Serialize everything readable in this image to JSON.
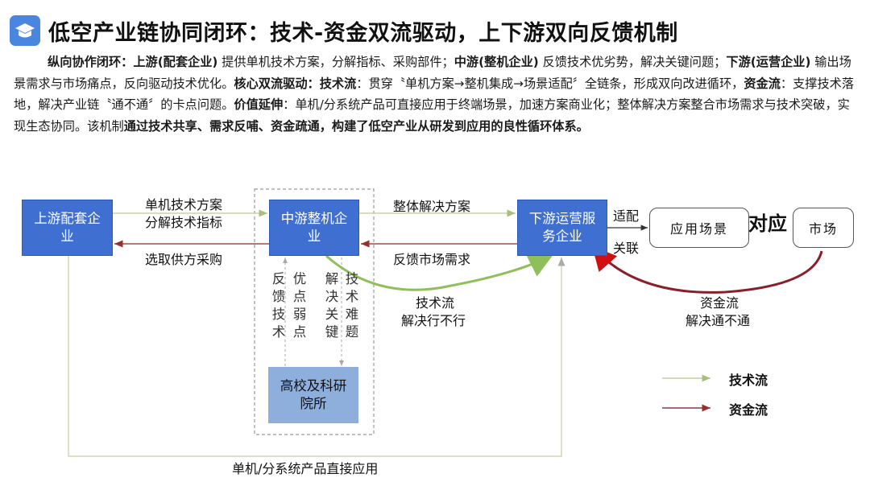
{
  "header": {
    "icon": "graduation-cap-icon",
    "icon_color": "#4a86e0",
    "title": "低空产业链协同闭环：技术-资金双流驱动，上下游双向反馈机制"
  },
  "description": {
    "segments": [
      {
        "text": "纵向协作闭环：",
        "bold": true
      },
      {
        "text": "上游(配套企业)",
        "bold": true
      },
      {
        "text": " 提供单机技术方案，分解指标、采购部件；",
        "bold": false
      },
      {
        "text": "中游(整机企业)",
        "bold": true
      },
      {
        "text": " 反馈技术优劣势，解决关键问题；",
        "bold": false
      },
      {
        "text": "下游(运营企业)",
        "bold": true
      },
      {
        "text": " 输出场景需求与市场痛点，反向驱动技术优化。",
        "bold": false
      },
      {
        "text": "核心双流驱动：",
        "bold": true
      },
      {
        "text": "技术流",
        "bold": true
      },
      {
        "text": "：贯穿〝单机方案→整机集成→场景适配〞全链条，形成双向改进循环，",
        "bold": false
      },
      {
        "text": "资金流",
        "bold": true
      },
      {
        "text": "：支撑技术落地，解决产业链〝通不通〞的卡点问题。",
        "bold": false
      },
      {
        "text": "价值延伸",
        "bold": true
      },
      {
        "text": "：单机/分系统产品可直接应用于终端场景，加速方案商业化；整体解决方案整合市场需求与技术突破，实现生态协同。该机制",
        "bold": false
      },
      {
        "text": "通过技术共享、需求反哺、资金疏通，构建了低空产业从研发到应用的良性循环体系。",
        "bold": true
      }
    ]
  },
  "diagram": {
    "nodes": {
      "upstream": "上游配套企业",
      "midstream": "中游整机企业",
      "downstream": "下游运营服务企业",
      "research": "高校及科研院所",
      "scenario": "应用场景",
      "market": "市场"
    },
    "edge_labels": {
      "up_to_mid_1": "单机技术方案",
      "up_to_mid_2": "分解技术指标",
      "mid_to_up": "选取供方采购",
      "mid_to_down": "整体解决方案",
      "down_to_mid": "反馈市场需求",
      "adapt": "适配",
      "relate": "关联",
      "correspond": "对应",
      "tech_flow_1": "技术流",
      "tech_flow_2": "解决行不行",
      "capital_flow_1": "资金流",
      "capital_flow_2": "解决通不通",
      "bottom_direct": "单机/分系统产品直接应用"
    },
    "vertical_labels": {
      "feedback_tech": "反馈技术",
      "pros_cons": "优点弱点",
      "solve_key": "解决关键",
      "tech_difficulty": "技术难题"
    },
    "colors": {
      "box_blue": "#3f6fd1",
      "box_light_blue": "#8eaedb",
      "tech_flow": "#8fbf5a",
      "capital_flow": "#b01818"
    }
  },
  "legend": {
    "items": [
      {
        "label": "技术流",
        "color": "#b9c99a"
      },
      {
        "label": "资金流",
        "color": "#8a3545"
      }
    ]
  }
}
